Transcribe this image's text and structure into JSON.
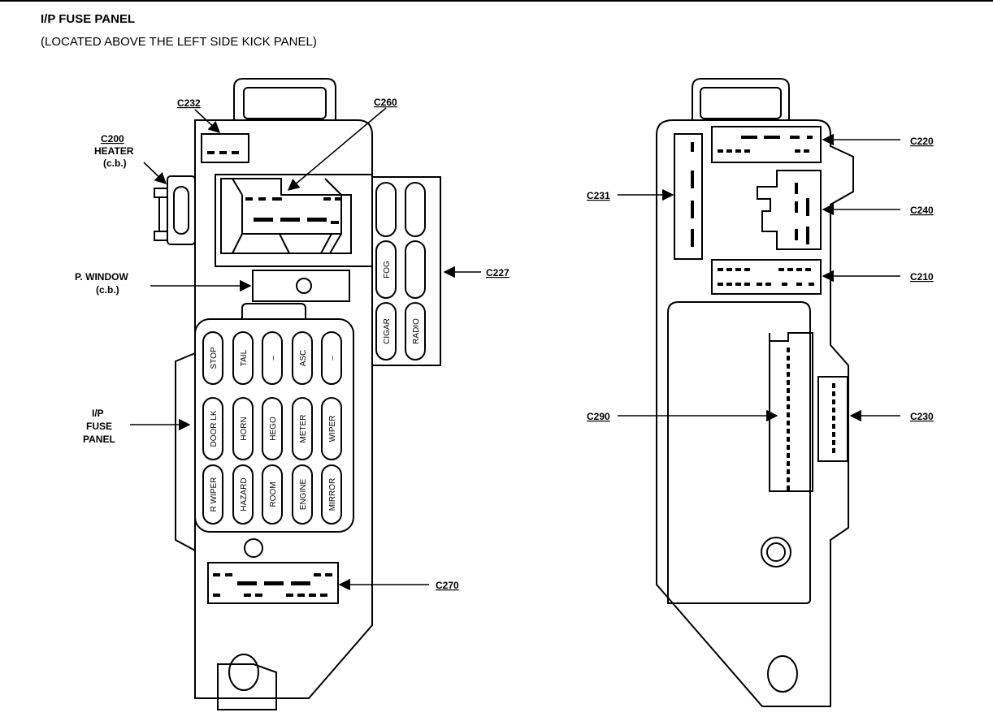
{
  "header": {
    "title": "I/P FUSE PANEL",
    "subtitle": "(LOCATED ABOVE THE LEFT SIDE KICK PANEL)"
  },
  "labels": {
    "c232": "C232",
    "c260": "C260",
    "c200": "C200",
    "heater": "HEATER",
    "heater_cb": "(c.b.)",
    "p_window": "P. WINDOW",
    "p_window_cb": "(c.b.)",
    "c227": "C227",
    "ip": "I/P",
    "fuse": "FUSE",
    "panel": "PANEL",
    "c270": "C270",
    "c220": "C220",
    "c231": "C231",
    "c240": "C240",
    "c210": "C210",
    "c290": "C290",
    "c230": "C230"
  },
  "fuses": {
    "row1": [
      "STOP",
      "TAIL",
      "–",
      "ASC",
      "–"
    ],
    "row2": [
      "DOOR LK",
      "HORN",
      "HEGO",
      "METER",
      "WIPER"
    ],
    "row3": [
      "R WIPER",
      "HAZARD",
      "ROOM",
      "ENGINE",
      "MIRROR"
    ],
    "side": [
      "FOG",
      "CIGAR",
      "RADIO"
    ]
  }
}
